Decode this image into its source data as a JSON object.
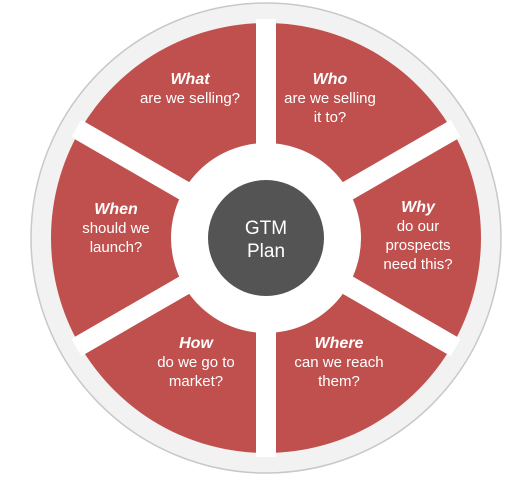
{
  "diagram": {
    "center": {
      "line1": "GTM",
      "line2": "Plan"
    },
    "segments": [
      {
        "question": "What",
        "lines": [
          "are we selling?"
        ]
      },
      {
        "question": "Who",
        "lines": [
          "are we selling",
          "it to?"
        ]
      },
      {
        "question": "Why",
        "lines": [
          "do our",
          "prospects",
          "need this?"
        ]
      },
      {
        "question": "Where",
        "lines": [
          "can we reach",
          "them?"
        ]
      },
      {
        "question": "How",
        "lines": [
          "do we go to",
          "market?"
        ]
      },
      {
        "question": "When",
        "lines": [
          "should we",
          "launch?"
        ]
      }
    ],
    "colors": {
      "segment_fill": "#c0504d",
      "outer_ring": "#f2f2f2",
      "outer_ring_stroke": "#c8c8c8",
      "center_fill": "#545454",
      "separator": "#ffffff"
    }
  }
}
